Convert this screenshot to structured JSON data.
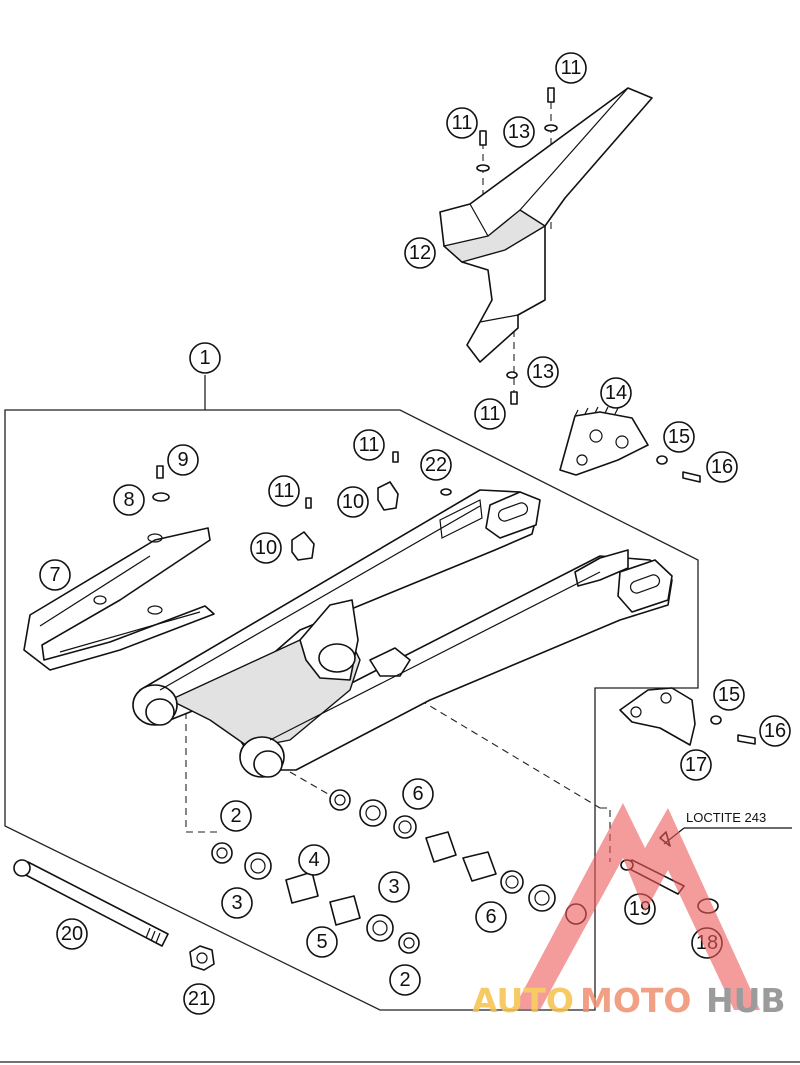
{
  "diagram": {
    "callouts": {
      "c1": "1",
      "c2a": "2",
      "c2b": "2",
      "c3a": "3",
      "c3b": "3",
      "c4": "4",
      "c5": "5",
      "c6a": "6",
      "c6b": "6",
      "c7": "7",
      "c8": "8",
      "c9": "9",
      "c10a": "10",
      "c10b": "10",
      "c11a": "11",
      "c11b": "11",
      "c11c": "11",
      "c11d": "11",
      "c11e": "11",
      "c12": "12",
      "c13a": "13",
      "c13b": "13",
      "c14": "14",
      "c15a": "15",
      "c15b": "15",
      "c16a": "16",
      "c16b": "16",
      "c17": "17",
      "c18": "18",
      "c19": "19",
      "c20": "20",
      "c21": "21",
      "c22": "22"
    },
    "note": "LOCTITE 243"
  },
  "watermark": {
    "part1": "AUTO",
    "part2": "MOTO",
    "part3": "HUB",
    "colors": {
      "part1": "#f5c24c",
      "part2": "#f09070",
      "part3": "#8a8a8a",
      "triangle": "#ee5a5a"
    }
  }
}
